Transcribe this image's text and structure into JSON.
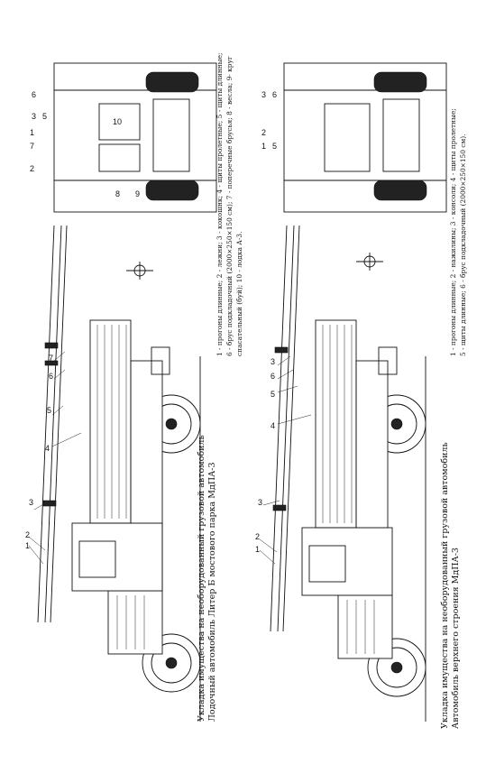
{
  "top_figure": {
    "title_line1": "Укладка имущества на необорудованный грузовой автомобиль",
    "title_line2": "Лодочный автомобиль Литер Б мостового парка МдПА-3",
    "legend_line1": "1 - прогоны длинные; 2 - лежни; 3 - кокошнк; 4 - щиты пролетные; 5 - щиты длинные;",
    "legend_line2": "6 - брус подкладочный (2000×250×150 см); 7 - поперечные брусья; 8 - весла; 9- круг",
    "legend_line3": "спасательный (буй); 10 - лодка А-3.",
    "side_labels": [
      "1",
      "2",
      "3",
      "4",
      "5",
      "6",
      "7"
    ],
    "rear_labels": [
      "6",
      "3",
      "5",
      "1",
      "7",
      "2",
      "10",
      "8",
      "9"
    ]
  },
  "bottom_figure": {
    "title_line1": "Укладка имущества на необорудованный грузовой автомобиль",
    "title_line2": "Автомобиль верхнего строения МдПА-3",
    "legend_line1": "1 - прогоны длинные; 2 - нажилины; 3 - консоли; 4 - щиты пролетные;",
    "legend_line2": "5 - щиты длинные; 6 - брус подкладочный (2000×250×150 см).",
    "side_labels": [
      "1",
      "2",
      "3",
      "4",
      "5",
      "6",
      "3"
    ],
    "rear_labels": [
      "3",
      "6",
      "2",
      "1",
      "5"
    ]
  }
}
